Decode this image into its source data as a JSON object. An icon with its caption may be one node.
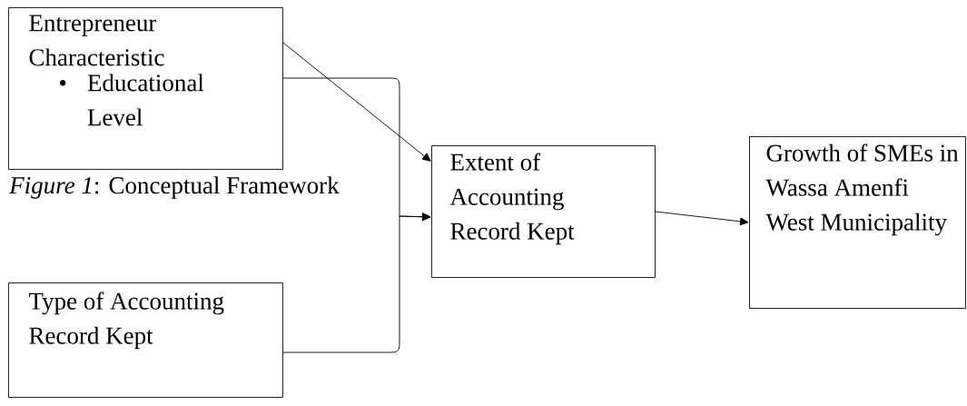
{
  "diagram": {
    "caption": "*Figure 1*: Conceptual Framework",
    "nodes": [
      {
        "text": [
          "Entrepreneur Characteristic",
          "Educational Level"
        ]
      },
      {
        "text": [
          "Type of Accounting Record Kept"
        ]
      },
      {
        "text": [
          "Extent of Accounting Record Kept"
        ]
      },
      {
        "text": [
          "Growth of SMEs in Wassa Amenfi West Municipality"
        ]
      }
    ],
    "edges": [
      {
        "from": 0,
        "to": 2,
        "arrow": "to"
      },
      {
        "from": 0,
        "to": 2,
        "arrow": "to"
      },
      {
        "from": 1,
        "to": 2,
        "arrow": "to"
      },
      {
        "from": 2,
        "to": 3,
        "arrow": "to"
      }
    ],
    "labels": [
      "•"
    ]
  }
}
